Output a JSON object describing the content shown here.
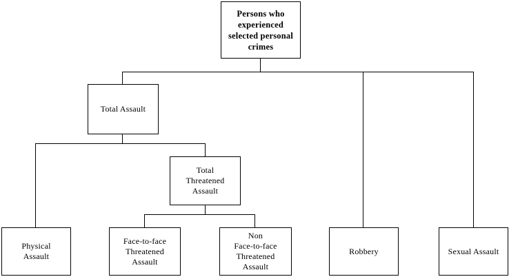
{
  "diagram": {
    "title": "Persons who experienced selected personal crimes hierarchy",
    "line_color": "#000000",
    "background_color": "#ffffff",
    "text_color": "#000000",
    "nodes": {
      "root": {
        "label": "Persons who\nexperienced\nselected personal\ncrimes",
        "level": 0
      },
      "total_assault": {
        "label": "Total Assault",
        "level": 1
      },
      "robbery": {
        "label": "Robbery",
        "level": 1
      },
      "sexual_assault": {
        "label": "Sexual Assault",
        "level": 1
      },
      "physical_assault": {
        "label": "Physical\nAssault",
        "level": 2
      },
      "total_threatened_assault": {
        "label": "Total\nThreatened\nAssault",
        "level": 2
      },
      "face_to_face_threatened_assault": {
        "label": "Face-to-face\nThreatened\nAssault",
        "level": 3
      },
      "non_face_to_face_threatened_assault": {
        "label": "Non\nFace-to-face\nThreatened\nAssault",
        "level": 3
      }
    }
  }
}
